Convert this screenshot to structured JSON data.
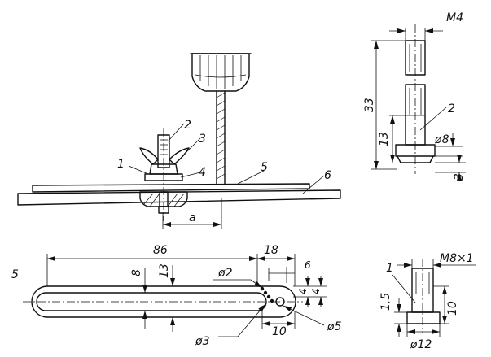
{
  "labels": {
    "p1": "1",
    "p2": "2",
    "p3": "3",
    "p4": "4",
    "p5": "5",
    "p6": "6",
    "a": "a",
    "len86": "86",
    "len18": "18",
    "h8": "8",
    "h13": "13",
    "d2": "ø2",
    "d3": "ø3",
    "d5": "ø5",
    "s6": "6",
    "s4a": "4",
    "s4b": "4",
    "s10": "10",
    "r1": "1",
    "r2": "2",
    "m4": "M4",
    "l33": "33",
    "l13": "13",
    "d8": "ø8",
    "l3": "3",
    "n1": "1",
    "m8": "M8×1",
    "h15": "1,5",
    "h10": "10",
    "d12": "ø12"
  }
}
